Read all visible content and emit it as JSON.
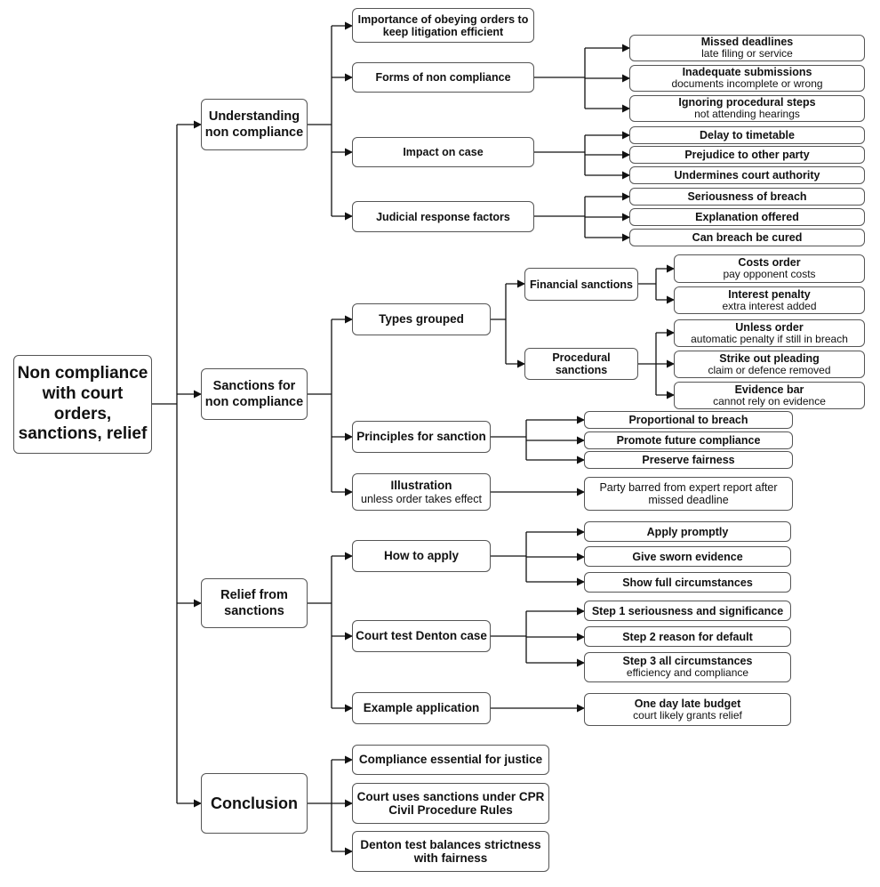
{
  "root": "Non compliance with court orders, sanctions, relief",
  "branches": {
    "understanding": {
      "label": "Understanding non compliance",
      "importance": "Importance of obeying orders to keep litigation efficient",
      "forms": {
        "label": "Forms of non compliance",
        "missed": {
          "title": "Missed deadlines",
          "detail": "late filing or service"
        },
        "inadequate": {
          "title": "Inadequate submissions",
          "detail": "documents incomplete or wrong"
        },
        "ignoring": {
          "title": "Ignoring procedural steps",
          "detail": "not attending hearings"
        }
      },
      "impact": {
        "label": "Impact on case",
        "delay": "Delay to timetable",
        "prejudice": "Prejudice to other party",
        "undermines": "Undermines court authority"
      },
      "judicial": {
        "label": "Judicial response factors",
        "seriousness": "Seriousness of breach",
        "explanation": "Explanation offered",
        "cured": "Can breach be cured"
      }
    },
    "sanctions": {
      "label": "Sanctions for non compliance",
      "types": {
        "label": "Types grouped",
        "financial": {
          "label": "Financial sanctions",
          "costs": {
            "title": "Costs order",
            "detail": "pay opponent costs"
          },
          "interest": {
            "title": "Interest penalty",
            "detail": "extra interest added"
          }
        },
        "procedural": {
          "label": "Procedural sanctions",
          "unless": {
            "title": "Unless order",
            "detail": "automatic penalty if still in breach"
          },
          "strike": {
            "title": "Strike out pleading",
            "detail": "claim or defence removed"
          },
          "evidence": {
            "title": "Evidence bar",
            "detail": "cannot rely on evidence"
          }
        }
      },
      "principles": {
        "label": "Principles for sanction",
        "proportional": "Proportional to breach",
        "promote": "Promote future compliance",
        "fairness": "Preserve fairness"
      },
      "illustration": {
        "title": "Illustration",
        "detail": "unless order takes effect",
        "example": "Party barred from expert report after missed deadline"
      }
    },
    "relief": {
      "label": "Relief from sanctions",
      "apply": {
        "label": "How to apply",
        "promptly": "Apply promptly",
        "sworn": "Give sworn evidence",
        "full": "Show full circumstances"
      },
      "denton": {
        "label": "Court test Denton case",
        "step1": "Step 1 seriousness and significance",
        "step2": "Step 2 reason for default",
        "step3": {
          "title": "Step 3 all circumstances",
          "detail": "efficiency and compliance"
        }
      },
      "example": {
        "label": "Example application",
        "budget": {
          "title": "One day late budget",
          "detail": "court likely grants relief"
        }
      }
    },
    "conclusion": {
      "label": "Conclusion",
      "essential": "Compliance essential for justice",
      "cpr": "Court uses sanctions under CPR Civil Procedure Rules",
      "denton": "Denton test balances strictness with fairness"
    }
  }
}
